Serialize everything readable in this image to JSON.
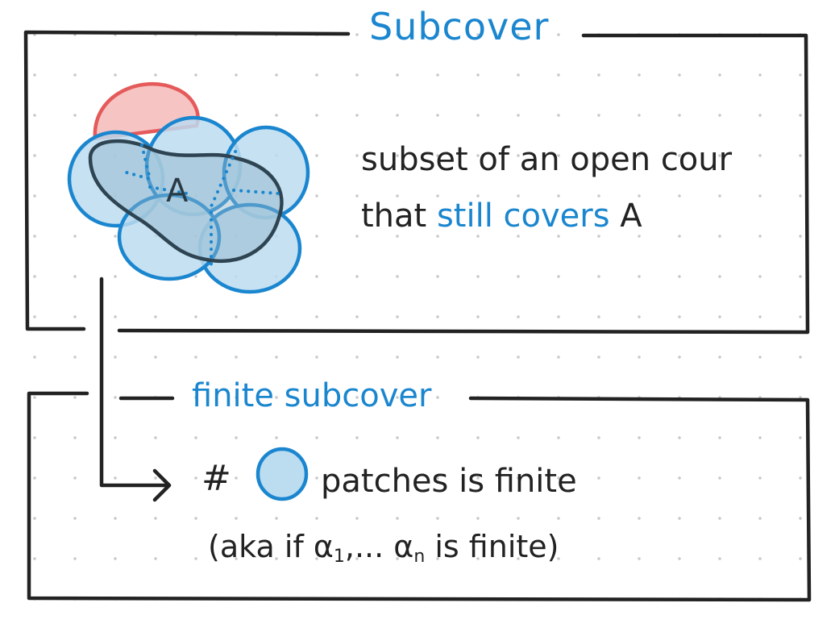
{
  "subcover": {
    "title": "Subcover",
    "desc_part1": "subset of an open cour",
    "desc_part2": "that",
    "desc_highlight": "still covers",
    "desc_part3": "A",
    "set_label": "A"
  },
  "finite_subcover": {
    "title": "finite subcover",
    "hash_symbol": "#",
    "line1": "patches is finite",
    "line2_prefix": "(aka if α",
    "sub_1": "1",
    "line2_mid": ",... α",
    "sub_n": "n",
    "line2_suffix": " is finite)"
  },
  "colors": {
    "accent_blue": "#1a86cf",
    "patch_fill": "#bcdcf0",
    "removed_patch": "#e55a5a",
    "ink": "#222222"
  }
}
